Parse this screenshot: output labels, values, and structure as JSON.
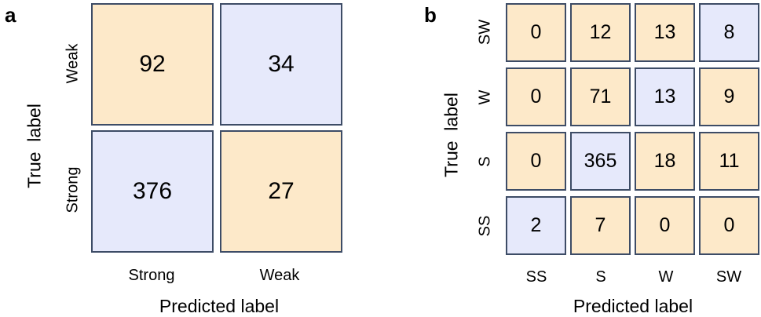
{
  "chart_data": [
    {
      "type": "heatmap",
      "panel": "a",
      "xlabel": "Predicted label",
      "ylabel": "True  label",
      "x_categories": [
        "Strong",
        "Weak"
      ],
      "y_categories_top_to_bottom": [
        "Weak",
        "Strong"
      ],
      "values": [
        [
          92,
          34
        ],
        [
          376,
          27
        ]
      ],
      "colors": {
        "high": "#fde9c9",
        "low": "#e6e9fb",
        "border": "#3d4c66"
      }
    },
    {
      "type": "heatmap",
      "panel": "b",
      "xlabel": "Predicted label",
      "ylabel": "True  label",
      "x_categories": [
        "SS",
        "S",
        "W",
        "SW"
      ],
      "y_categories_top_to_bottom": [
        "SW",
        "W",
        "S",
        "SS"
      ],
      "values": [
        [
          0,
          12,
          13,
          8
        ],
        [
          0,
          71,
          13,
          9
        ],
        [
          0,
          365,
          18,
          11
        ],
        [
          2,
          7,
          0,
          0
        ]
      ],
      "colors": {
        "high": "#fde9c9",
        "low": "#e6e9fb",
        "border": "#3d4c66"
      }
    }
  ]
}
